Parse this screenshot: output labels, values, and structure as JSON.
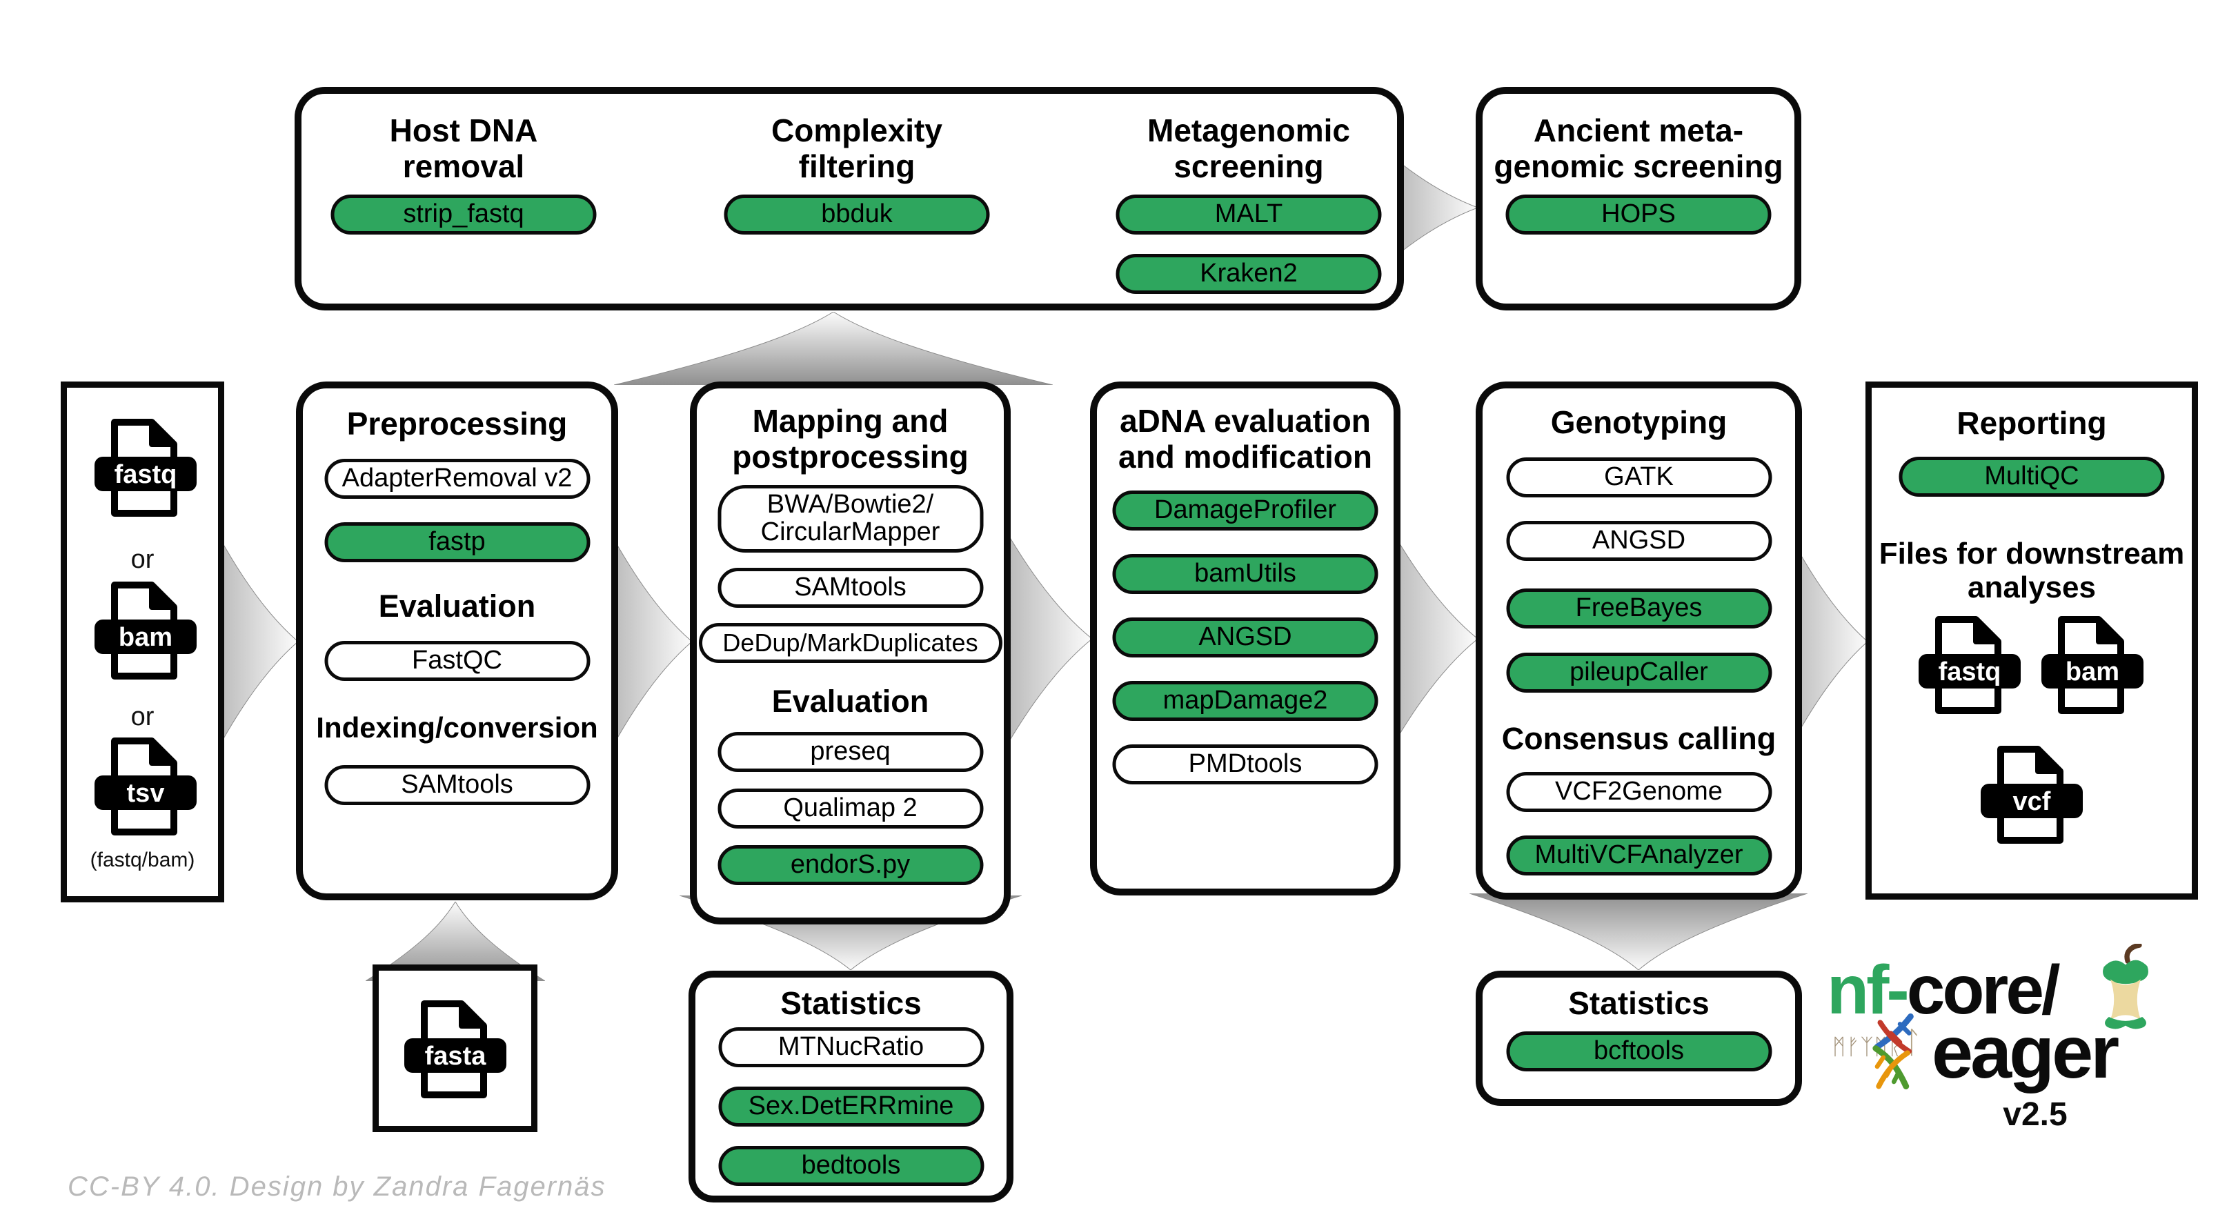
{
  "colors": {
    "green": "#2EA65E",
    "logo_green": "#24B064",
    "arrow_dark": "#8f8f8f",
    "arrow_light": "#fcfcfc",
    "credit_gray": "#b9b9b9",
    "core_cream": "#ecd9a0",
    "stem_brown": "#5b3a22"
  },
  "screening": {
    "host": {
      "title": "Host DNA\nremoval",
      "pill": "strip_fastq"
    },
    "complexity": {
      "title": "Complexity\nfiltering",
      "pill": "bbduk"
    },
    "metagenomic": {
      "title": "Metagenomic\nscreening",
      "pill1": "MALT",
      "pill2": "Kraken2"
    }
  },
  "ancient": {
    "title": "Ancient meta-\ngenomic screening",
    "pill": "HOPS"
  },
  "input": {
    "file1": "fastq",
    "or1": "or",
    "file2": "bam",
    "or2": "or",
    "file3": "tsv",
    "note": "(fastq/bam)"
  },
  "preprocessing": {
    "title": "Preprocessing",
    "pill1": "AdapterRemoval v2",
    "pill2": "fastp",
    "sub1": "Evaluation",
    "pill3": "FastQC",
    "sub2": "Indexing/conversion",
    "pill4": "SAMtools"
  },
  "mapping": {
    "title": "Mapping and\npostprocessing",
    "pill1": "BWA/Bowtie2/\nCircularMapper",
    "pill2": "SAMtools",
    "pill3": "DeDup/MarkDuplicates",
    "sub1": "Evaluation",
    "pill4": "preseq",
    "pill5": "Qualimap 2",
    "pill6": "endorS.py"
  },
  "adna": {
    "title": "aDNA evaluation\nand modification",
    "pill1": "DamageProfiler",
    "pill2": "bamUtils",
    "pill3": "ANGSD",
    "pill4": "mapDamage2",
    "pill5": "PMDtools"
  },
  "genotyping": {
    "title": "Genotyping",
    "pill1": "GATK",
    "pill2": "ANGSD",
    "pill3": "FreeBayes",
    "pill4": "pileupCaller",
    "sub1": "Consensus calling",
    "pill5": "VCF2Genome",
    "pill6": "MultiVCFAnalyzer"
  },
  "reporting": {
    "title": "Reporting",
    "pill1": "MultiQC",
    "sub1": "Files for downstream\nanalyses",
    "file1": "fastq",
    "file2": "bam",
    "file3": "vcf"
  },
  "fasta_box": {
    "file": "fasta"
  },
  "stats_mid": {
    "title": "Statistics",
    "pill1": "MTNucRatio",
    "pill2": "Sex.DetERRmine",
    "pill3": "bedtools"
  },
  "stats_right": {
    "title": "Statistics",
    "pill1": "bcftools"
  },
  "logo": {
    "brand_green": "nf",
    "brand_dash": "-",
    "brand_black": "core/",
    "name": "eager",
    "runes": "ᛗᚠᛉᛗᚱ",
    "rune_l": "ᛚ",
    "version": "v2.5"
  },
  "footer": {
    "credit": "CC-BY 4.0. Design by Zandra Fagernäs"
  }
}
